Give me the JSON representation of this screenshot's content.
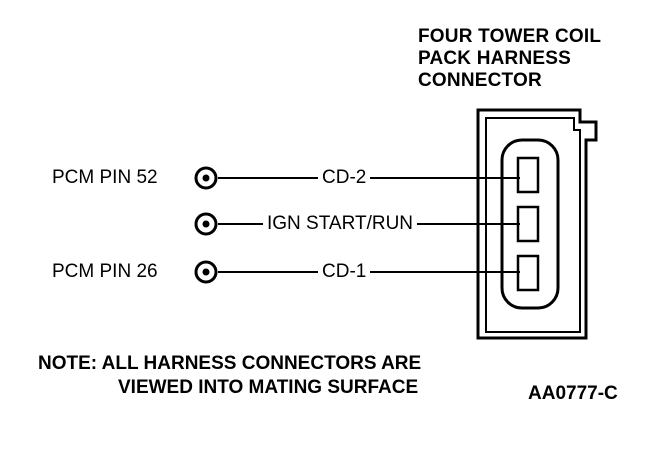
{
  "title": {
    "line1": "FOUR TOWER COIL",
    "line2": "PACK HARNESS",
    "line3": "CONNECTOR"
  },
  "wires": [
    {
      "pin_label": "PCM PIN 52",
      "wire_label": "CD-2"
    },
    {
      "pin_label": "",
      "wire_label": "IGN START/RUN"
    },
    {
      "pin_label": "PCM PIN 26",
      "wire_label": "CD-1"
    }
  ],
  "note": {
    "line1": "NOTE: ALL HARNESS CONNECTORS ARE",
    "line2": "VIEWED INTO MATING SURFACE"
  },
  "figure_id": "AA0777-C"
}
